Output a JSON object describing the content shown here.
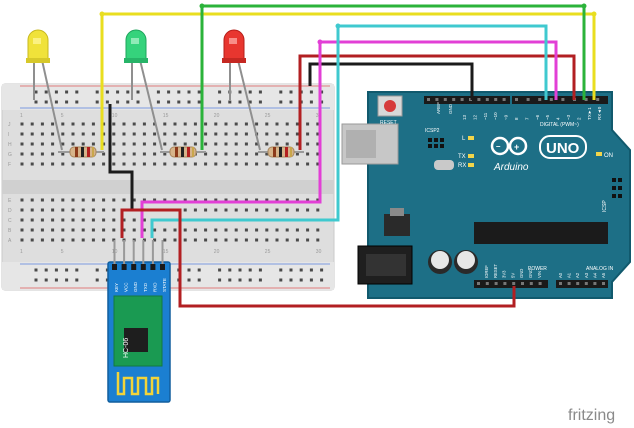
{
  "watermark": "fritzing",
  "colors": {
    "board_teal": "#1d6f86",
    "board_edge": "#11596d",
    "wire_yellow": "#e9de1f",
    "wire_green": "#2bb33a",
    "wire_cyan": "#3fc9cf",
    "wire_magenta": "#e23fd6",
    "wire_red": "#b21f22",
    "wire_black": "#1b1b1b",
    "led_yellow": "#f0e23a",
    "led_green": "#35d37c",
    "led_red": "#e8362f",
    "breadboard": "#dcdcdc",
    "bt_module": "#1b7fd1",
    "chip_green": "#1a9a52"
  },
  "arduino": {
    "brand": "Arduino",
    "model": "UNO",
    "reset_label": "RESET",
    "icsp2_label": "ICSP2",
    "icsp_label": "ICSP",
    "on_label": "ON",
    "led_l": "L",
    "led_tx": "TX",
    "led_rx": "RX",
    "digital_label": "DIGITAL (PWM~)",
    "power_label": "POWER",
    "analog_label": "ANALOG IN",
    "aref_label": "AREF",
    "gnd_label": "GND",
    "top_pins": [
      "13",
      "12",
      "~11",
      "~10",
      "~9",
      "8",
      "7",
      "~6",
      "~5",
      "4",
      "~3",
      "2",
      "TX►1",
      "RX◄0"
    ],
    "power_pins": [
      "IOREF",
      "RESET",
      "3V3",
      "5V",
      "GND",
      "GND",
      "VIN"
    ],
    "analog_pins": [
      "A0",
      "A1",
      "A2",
      "A3",
      "A4",
      "A5"
    ]
  },
  "bluetooth": {
    "chip_label": "HC-06",
    "pins": [
      "KEY",
      "VCC",
      "GND",
      "TXD",
      "RXD",
      "STATE"
    ]
  },
  "breadboard": {
    "row_letters_top": [
      "J",
      "I",
      "H",
      "G",
      "F"
    ],
    "row_letters_bottom": [
      "E",
      "D",
      "C",
      "B",
      "A"
    ],
    "column_numbers": [
      "1",
      "5",
      "10",
      "15",
      "20",
      "25",
      "30"
    ]
  },
  "leds": [
    {
      "name": "yellow-led",
      "color": "yellow"
    },
    {
      "name": "green-led",
      "color": "green"
    },
    {
      "name": "red-led",
      "color": "red"
    }
  ]
}
